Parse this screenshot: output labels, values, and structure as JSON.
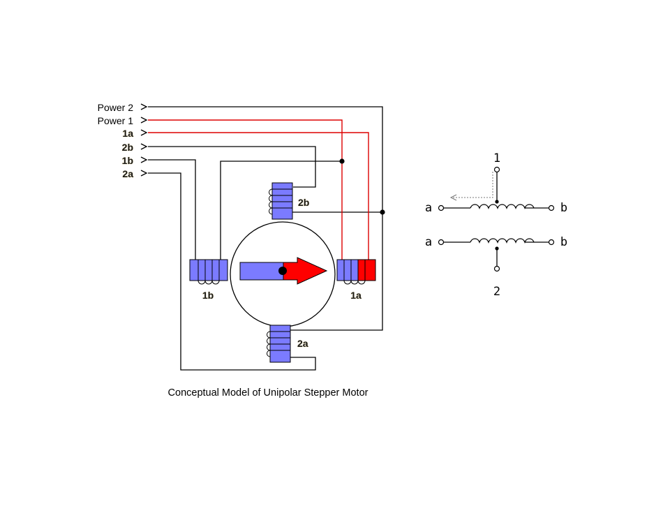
{
  "inputs": [
    "Power 2",
    "Power 1",
    "1a",
    "2b",
    "1b",
    "2a"
  ],
  "coils": {
    "top": "2b",
    "left": "1b",
    "right": "1a",
    "bottom": "2a"
  },
  "caption": "Conceptual Model of Unipolar Stepper Motor",
  "symbol": {
    "terminal_top": "1",
    "terminal_bottom": "2",
    "upper_left": "a",
    "upper_right": "b",
    "lower_left": "a",
    "lower_right": "b"
  },
  "colors": {
    "coil_fill": "#7b7bff",
    "energized": "#ff0000",
    "wire": "#000000",
    "energized_wire": "#dd0000",
    "background": "#ffffff"
  }
}
